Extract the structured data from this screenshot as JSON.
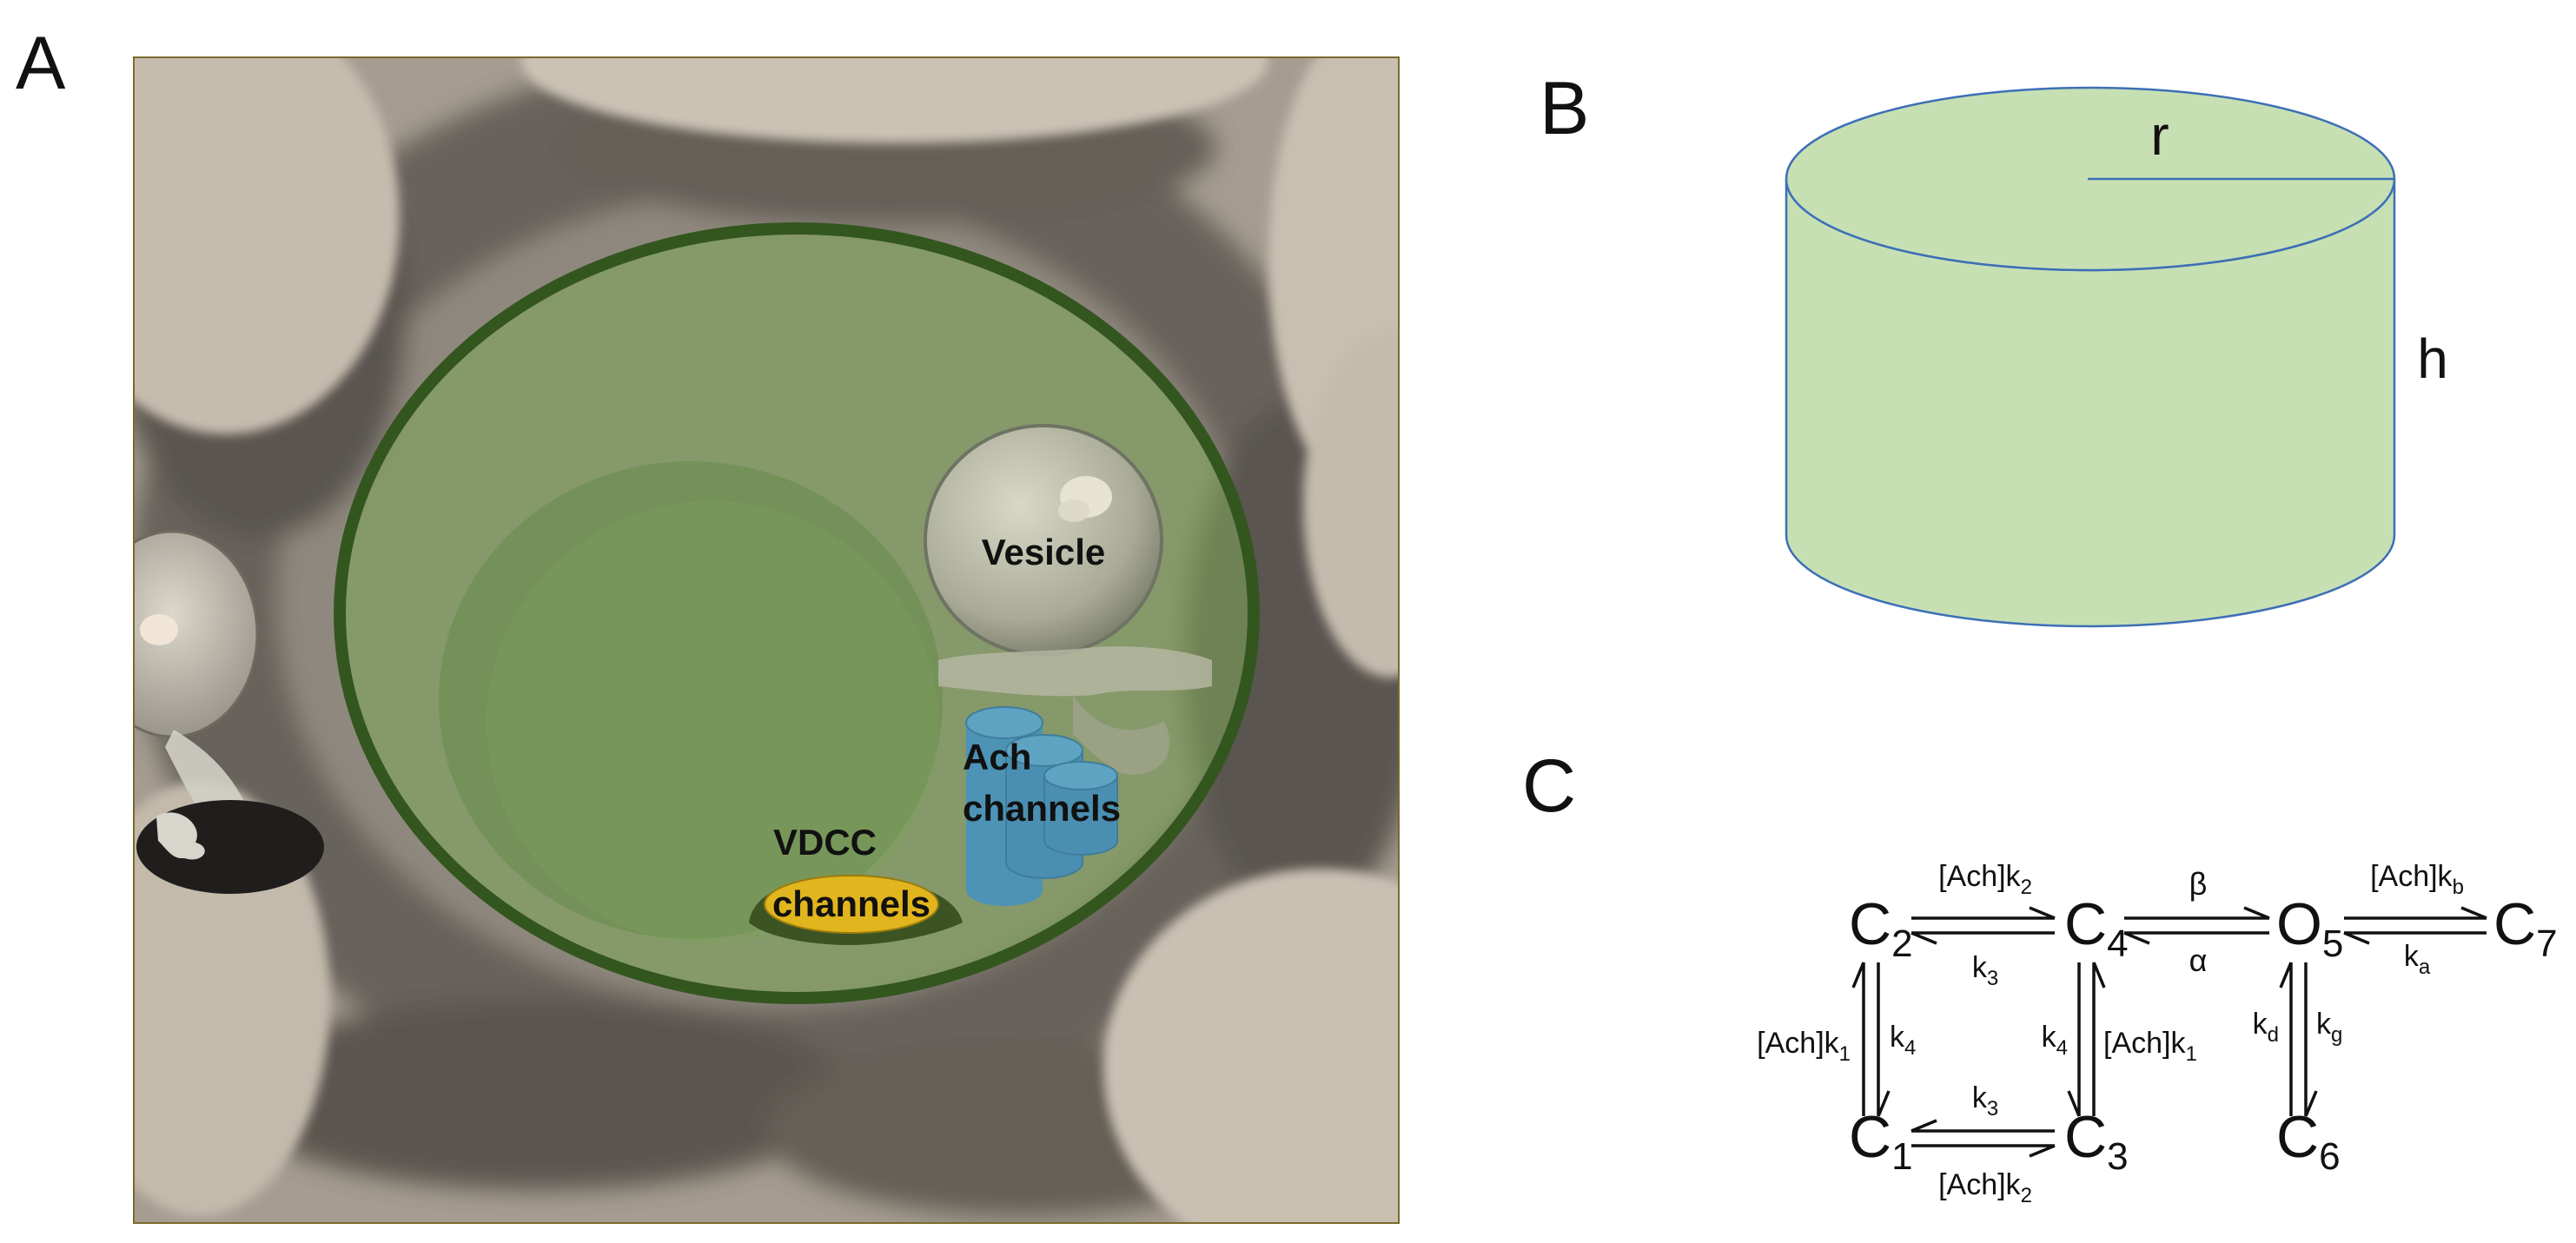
{
  "panels": {
    "a": "A",
    "b": "B",
    "c": "C"
  },
  "panel_a": {
    "vesicle_label": "Vesicle",
    "ach_label_line1": "Ach",
    "ach_label_line2": "channels",
    "vdcc_label_line1": "VDCC",
    "vdcc_label_line2": "channels"
  },
  "panel_b": {
    "radius_label": "r",
    "height_label": "h"
  },
  "panel_c": {
    "states": {
      "c2": {
        "main": "C",
        "sub": "2"
      },
      "c4": {
        "main": "C",
        "sub": "4"
      },
      "o5": {
        "main": "O",
        "sub": "5"
      },
      "c7": {
        "main": "C",
        "sub": "7"
      },
      "c1": {
        "main": "C",
        "sub": "1"
      },
      "c3": {
        "main": "C",
        "sub": "3"
      },
      "c6": {
        "main": "C",
        "sub": "6"
      }
    },
    "rates": {
      "c2_c4_fwd": {
        "pre": "[Ach]k",
        "sub": "2"
      },
      "c2_c4_rev": {
        "pre": "k",
        "sub": "3"
      },
      "c4_o5_fwd": {
        "pre": "β",
        "sub": ""
      },
      "c4_o5_rev": {
        "pre": "α",
        "sub": ""
      },
      "o5_c7_fwd": {
        "pre": "[Ach]k",
        "sub": "b"
      },
      "o5_c7_rev": {
        "pre": "k",
        "sub": "a"
      },
      "c1_c2_up": {
        "pre": "[Ach]k",
        "sub": "1"
      },
      "c2_c1_down": {
        "pre": "k",
        "sub": "4"
      },
      "c4_c3_down": {
        "pre": "k",
        "sub": "4"
      },
      "c3_c4_up": {
        "pre": "[Ach]k",
        "sub": "1"
      },
      "o5_c6_up": {
        "pre": "k",
        "sub": "d"
      },
      "o5_c6_down": {
        "pre": "k",
        "sub": "g"
      },
      "c3_c1_top": {
        "pre": "k",
        "sub": "3"
      },
      "c1_c3_bottom": {
        "pre": "[Ach]k",
        "sub": "2"
      }
    }
  },
  "colors": {
    "terminal_outline": "#33561f",
    "terminal_fill": "#7fa85a",
    "cylinder_fill": "#c6e0b4",
    "cylinder_edge": "#3d6fb6",
    "ach_channel": "#4d93b6",
    "vdcc_yellow": "#e1b51d",
    "vdcc_base": "#3c5424"
  }
}
